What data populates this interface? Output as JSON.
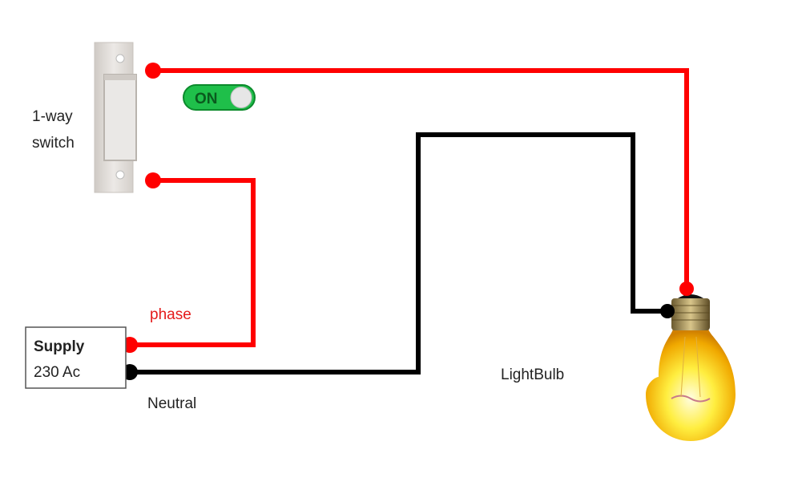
{
  "switch": {
    "label_line1": "1-way",
    "label_line2": "switch",
    "state_label": "ON",
    "state_on": true
  },
  "supply": {
    "title": "Supply",
    "value": "230 Ac"
  },
  "wires": {
    "phase_label": "phase",
    "neutral_label": "Neutral"
  },
  "bulb": {
    "label": "LightBulb"
  },
  "colors": {
    "phase": "#ff0000",
    "neutral": "#000000",
    "toggle": "#1fbf4a"
  }
}
